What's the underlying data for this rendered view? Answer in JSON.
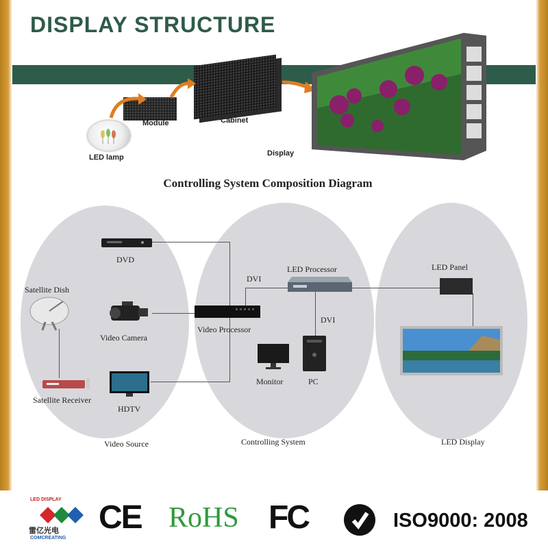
{
  "structure": {
    "title": "DISPLAY STRUCTURE",
    "labels": {
      "led_lamp": "LED lamp",
      "module": "Module",
      "cabinet": "Cabinet",
      "display": "Display"
    }
  },
  "diagram": {
    "title": "Controlling System Composition Diagram",
    "groups": {
      "video_source": "Video Source",
      "controlling_system": "Controlling System",
      "led_display": "LED Display"
    },
    "devices": {
      "dvd": "DVD",
      "satellite_dish": "Satellite Dish",
      "video_camera": "Video Camera",
      "satellite_receiver": "Satellite Receiver",
      "hdtv": "HDTV",
      "video_processor": "Video Processor",
      "led_processor": "LED Processor",
      "monitor": "Monitor",
      "pc": "PC",
      "led_panel": "LED Panel"
    },
    "connections": {
      "dvi_top": "DVI",
      "dvi_side": "DVI"
    }
  },
  "footer": {
    "brand_top": "LED DISPLAY",
    "brand_cn": "雷亿光电",
    "brand_bottom": "COMCREATING",
    "ce": "CE",
    "rohs": "RoHS",
    "fc": "FC",
    "iso": "ISO9000: 2008"
  },
  "colors": {
    "structure_green": "#2f5b49",
    "frame_gold": "#b9831f",
    "ellipse_gray": "#d8d8dc"
  }
}
